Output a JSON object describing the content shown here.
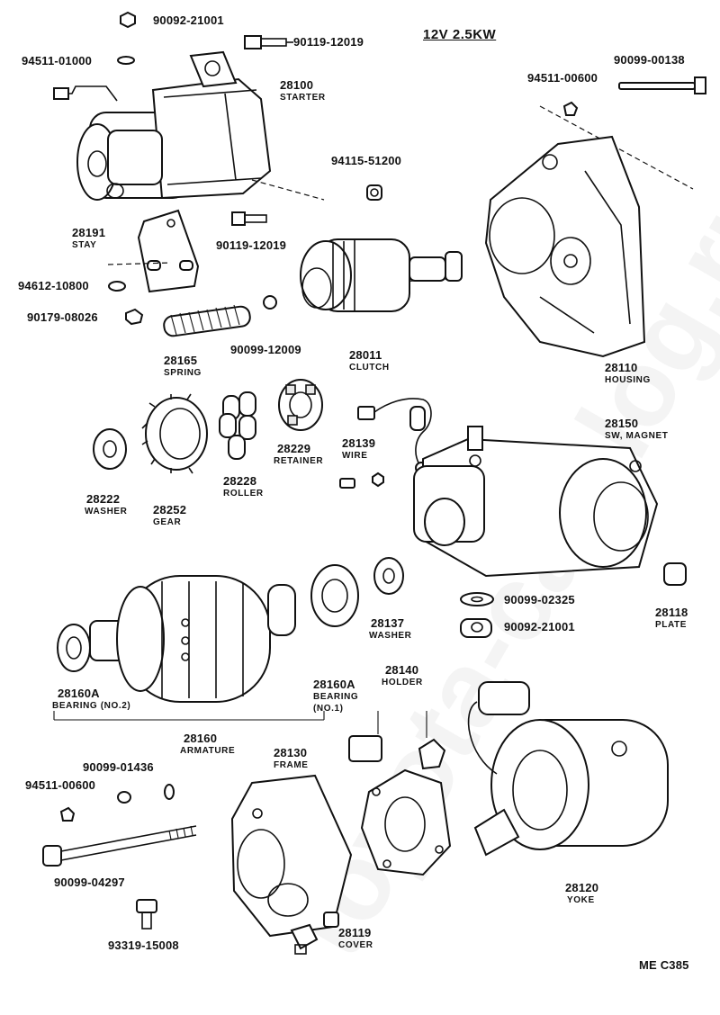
{
  "title": "12V 2.5KW",
  "watermark": "toyota-catalog.ru",
  "footer": "ME  C385",
  "parts": {
    "p90092_21001_top": "90092-21001",
    "p90119_12019_top": "90119-12019",
    "p94511_01000": "94511-01000",
    "starter_no": "28100",
    "starter_name": "STARTER",
    "p94511_00600_top": "94511-00600",
    "p90099_00138": "90099-00138",
    "p94115_51200": "94115-51200",
    "stay_no": "28191",
    "stay_name": "STAY",
    "p90119_12019_mid": "90119-12019",
    "p94612_10800": "94612-10800",
    "p90179_08026": "90179-08026",
    "spring_no": "28165",
    "spring_name": "SPRING",
    "p90099_12009": "90099-12009",
    "clutch_no": "28011",
    "clutch_name": "CLUTCH",
    "housing_no": "28110",
    "housing_name": "HOUSING",
    "washer_no": "28222",
    "washer_name": "WASHER",
    "gear_no": "28252",
    "gear_name": "GEAR",
    "roller_no": "28228",
    "roller_name": "ROLLER",
    "retainer_no": "28229",
    "retainer_name": "RETAINER",
    "wire_no": "28139",
    "wire_name": "WIRE",
    "swmagnet_no": "28150",
    "swmagnet_name": "SW, MAGNET",
    "p90099_02325": "90099-02325",
    "p90092_21001_bot": "90092-21001",
    "plate_no": "28118",
    "plate_name": "PLATE",
    "washer2_no": "28137",
    "washer2_name": "WASHER",
    "bearing2_no": "28160A",
    "bearing2_name": "BEARING (NO.2)",
    "bearing1_no": "28160A",
    "bearing1_name": "BEARING",
    "bearing1_sub": "(NO.1)",
    "armature_no": "28160",
    "armature_name": "ARMATURE",
    "holder_no": "28140",
    "holder_name": "HOLDER",
    "p90099_01436": "90099-01436",
    "p94511_00600_bot": "94511-00600",
    "frame_no": "28130",
    "frame_name": "FRAME",
    "p90099_04297": "90099-04297",
    "yoke_no": "28120",
    "yoke_name": "YOKE",
    "cover_no": "28119",
    "cover_name": "COVER",
    "p93319_15008": "93319-15008"
  }
}
